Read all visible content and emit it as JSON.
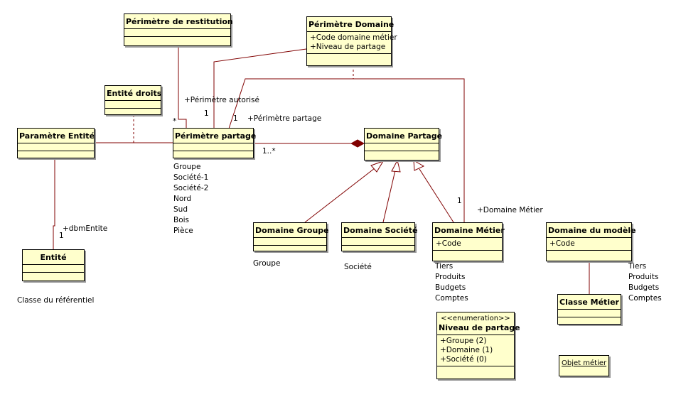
{
  "classes": {
    "perimetre_restitution": {
      "name": "Périmètre de restitution"
    },
    "perimetre_domaine": {
      "name": "Périmètre Domaine",
      "attributes": [
        "+Code domaine métier",
        "+Niveau de partage"
      ]
    },
    "entite_droits": {
      "name": "Entité droits"
    },
    "parametre_entite": {
      "name": "Paramètre Entité"
    },
    "perimetre_partage": {
      "name": "Périmètre partage"
    },
    "domaine_partage": {
      "name": "Domaine Partage"
    },
    "entite": {
      "name": "Entité"
    },
    "domaine_groupe": {
      "name": "Domaine Groupe"
    },
    "domaine_societe": {
      "name": "Domaine Société"
    },
    "domaine_metier": {
      "name": "Domaine Métier",
      "attributes": [
        "+Code"
      ]
    },
    "domaine_modele": {
      "name": "Domaine du modèle",
      "attributes": [
        "+Code"
      ]
    },
    "classe_metier": {
      "name": "Classe Métier"
    },
    "niveau_partage": {
      "stereotype": "<<enumeration>>",
      "name": "Niveau de partage",
      "attributes": [
        "+Groupe (2)",
        "+Domaine (1)",
        "+Société (0)"
      ]
    }
  },
  "object": {
    "name": "Objet métier"
  },
  "labels": {
    "perimetre_autorise": "+Périmètre autorisé",
    "star_restitution": "*",
    "one_autorise": "1",
    "one_partage": "1",
    "perimetre_partage_role": "+Périmètre partage",
    "one_many": "1..*",
    "dbm_entite": "+dbmEntite",
    "one_entite": "1",
    "one_metier": "1",
    "domaine_metier_role": "+Domaine Métier"
  },
  "notes": {
    "perimetre_partage_values": [
      "Groupe",
      "Société-1",
      "Société-2",
      "Nord",
      "Sud",
      "Bois",
      "Pièce"
    ],
    "entite_note": "Classe du référentiel",
    "groupe_note": "Groupe",
    "societe_note": "Société",
    "metier_values": [
      "Tiers",
      "Produits",
      "Budgets",
      "Comptes"
    ],
    "modele_values": [
      "Tiers",
      "Produits",
      "Budgets",
      "Comptes"
    ]
  },
  "colors": {
    "line": "#800000",
    "fill": "#ffffcc"
  }
}
